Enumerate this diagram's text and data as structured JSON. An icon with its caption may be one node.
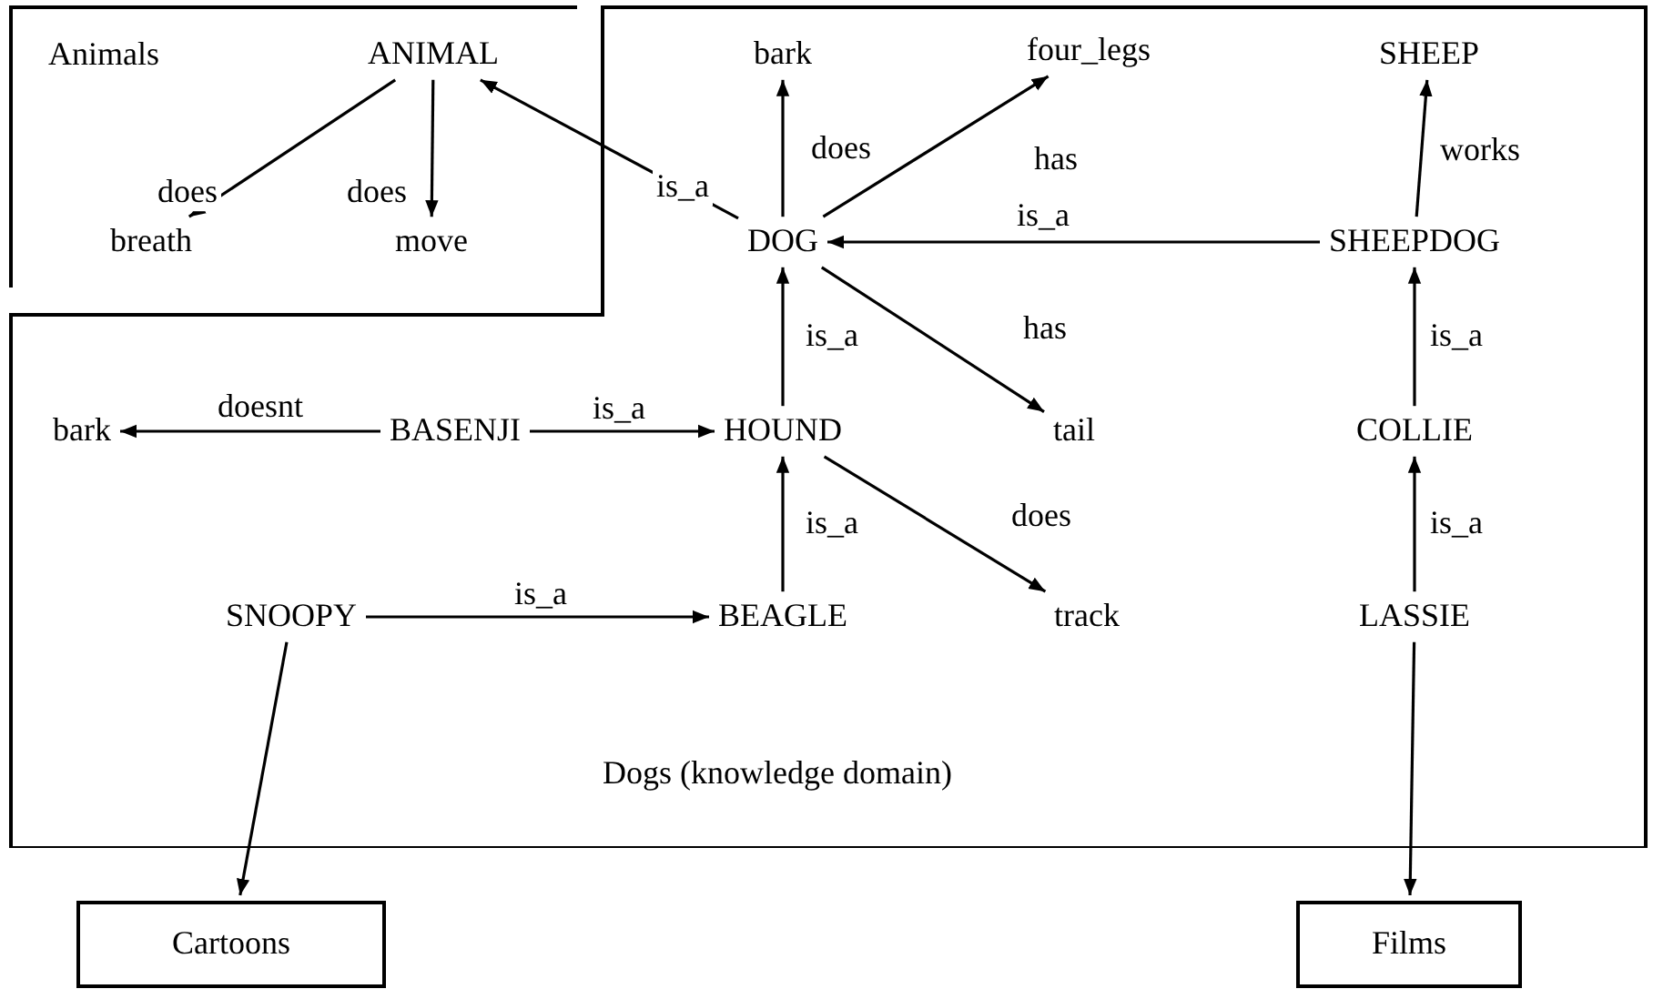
{
  "diagram": {
    "nodes": [
      {
        "text": [
          "Animals"
        ]
      },
      {
        "text": [
          "ANIMAL"
        ],
        "in": 0
      },
      {
        "text": [
          "breath"
        ],
        "in": 0
      },
      {
        "text": [
          "move"
        ],
        "in": 0
      },
      {
        "text": [
          "Dogs (knowledge domain)"
        ]
      },
      {
        "text": [
          "bark"
        ],
        "in": 4
      },
      {
        "text": [
          "four_legs"
        ],
        "in": 4
      },
      {
        "text": [
          "SHEEP"
        ],
        "in": 4
      },
      {
        "text": [
          "DOG"
        ],
        "in": 4
      },
      {
        "text": [
          "SHEEPDOG"
        ],
        "in": 4
      },
      {
        "text": [
          "bark"
        ],
        "in": 4
      },
      {
        "text": [
          "BASENJI"
        ],
        "in": 4
      },
      {
        "text": [
          "HOUND"
        ],
        "in": 4
      },
      {
        "text": [
          "tail"
        ],
        "in": 4
      },
      {
        "text": [
          "COLLIE"
        ],
        "in": 4
      },
      {
        "text": [
          "SNOOPY"
        ],
        "in": 4
      },
      {
        "text": [
          "BEAGLE"
        ],
        "in": 4
      },
      {
        "text": [
          "track"
        ],
        "in": 4
      },
      {
        "text": [
          "LASSIE"
        ],
        "in": 4
      },
      {
        "text": [
          "Cartoons"
        ]
      },
      {
        "text": [
          "Films"
        ]
      }
    ],
    "edges": [
      {
        "from": 1,
        "to": 2,
        "label": "does",
        "arrow": "to"
      },
      {
        "from": 1,
        "to": 3,
        "label": "does",
        "arrow": "to"
      },
      {
        "from": 8,
        "to": 1,
        "label": "is_a",
        "arrow": "to"
      },
      {
        "from": 8,
        "to": 5,
        "label": "does",
        "arrow": "to"
      },
      {
        "from": 8,
        "to": 6,
        "label": "has",
        "arrow": "to"
      },
      {
        "from": 9,
        "to": 7,
        "label": "works",
        "arrow": "to"
      },
      {
        "from": 9,
        "to": 8,
        "label": "is_a",
        "arrow": "to"
      },
      {
        "from": 8,
        "to": 13,
        "label": "has",
        "arrow": "to"
      },
      {
        "from": 12,
        "to": 8,
        "label": "is_a",
        "arrow": "to"
      },
      {
        "from": 11,
        "to": 10,
        "label": "doesnt",
        "arrow": "to"
      },
      {
        "from": 11,
        "to": 12,
        "label": "is_a",
        "arrow": "to"
      },
      {
        "from": 14,
        "to": 9,
        "label": "is_a",
        "arrow": "to"
      },
      {
        "from": 12,
        "to": 17,
        "label": "does",
        "arrow": "to"
      },
      {
        "from": 16,
        "to": 12,
        "label": "is_a",
        "arrow": "to"
      },
      {
        "from": 15,
        "to": 16,
        "label": "is_a",
        "arrow": "to"
      },
      {
        "from": 18,
        "to": 14,
        "label": "is_a",
        "arrow": "to"
      },
      {
        "from": 15,
        "to": 19,
        "arrow": "to"
      },
      {
        "from": 18,
        "to": 20,
        "arrow": "to"
      }
    ]
  }
}
